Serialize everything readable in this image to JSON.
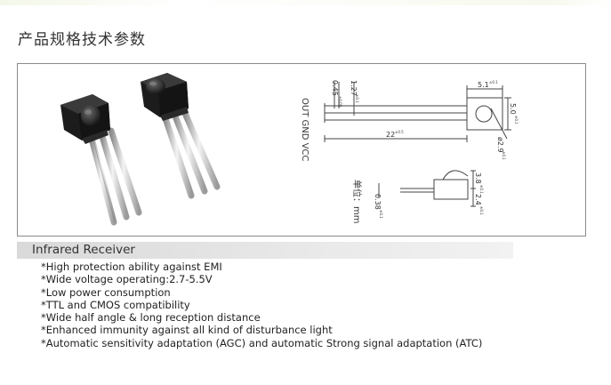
{
  "header": {
    "title": "产品规格技术参数"
  },
  "drawing": {
    "pin_labels": "OUT GND VCC",
    "dim_pitch_small": "0.45",
    "dim_pitch_small_tol": "±0.05",
    "dim_pitch": "1.27",
    "dim_pitch_tol": "±0.1",
    "dim_lead_length": "22",
    "dim_lead_length_tol": "±0.5",
    "dim_body_width": "5.1",
    "dim_body_width_tol": "±0.1",
    "dim_body_height": "5.0",
    "dim_body_height_tol": "±0.1",
    "dim_lens": "ø2.9",
    "dim_lens_tol": "±0.1",
    "dim_side_top": "3.8",
    "dim_side_top_tol": "±0.1",
    "dim_side_bottom": "2.4",
    "dim_side_bottom_tol": "±0.1",
    "dim_lead_thickness": "0.38",
    "dim_lead_thickness_tol": "±0.1",
    "unit_label": "单位：mm"
  },
  "section": {
    "title": "Infrared Receiver"
  },
  "features": [
    "*High protection ability against EMI",
    "*Wide voltage operating:2.7-5.5V",
    "*Low power consumption",
    "*TTL and CMOS compatibility",
    "*Wide half angle & long reception distance",
    "*Enhanced immunity against all kind of disturbance light",
    "*Automatic sensitivity adaptation (AGC) and automatic Strong signal adaptation (ATC)"
  ]
}
